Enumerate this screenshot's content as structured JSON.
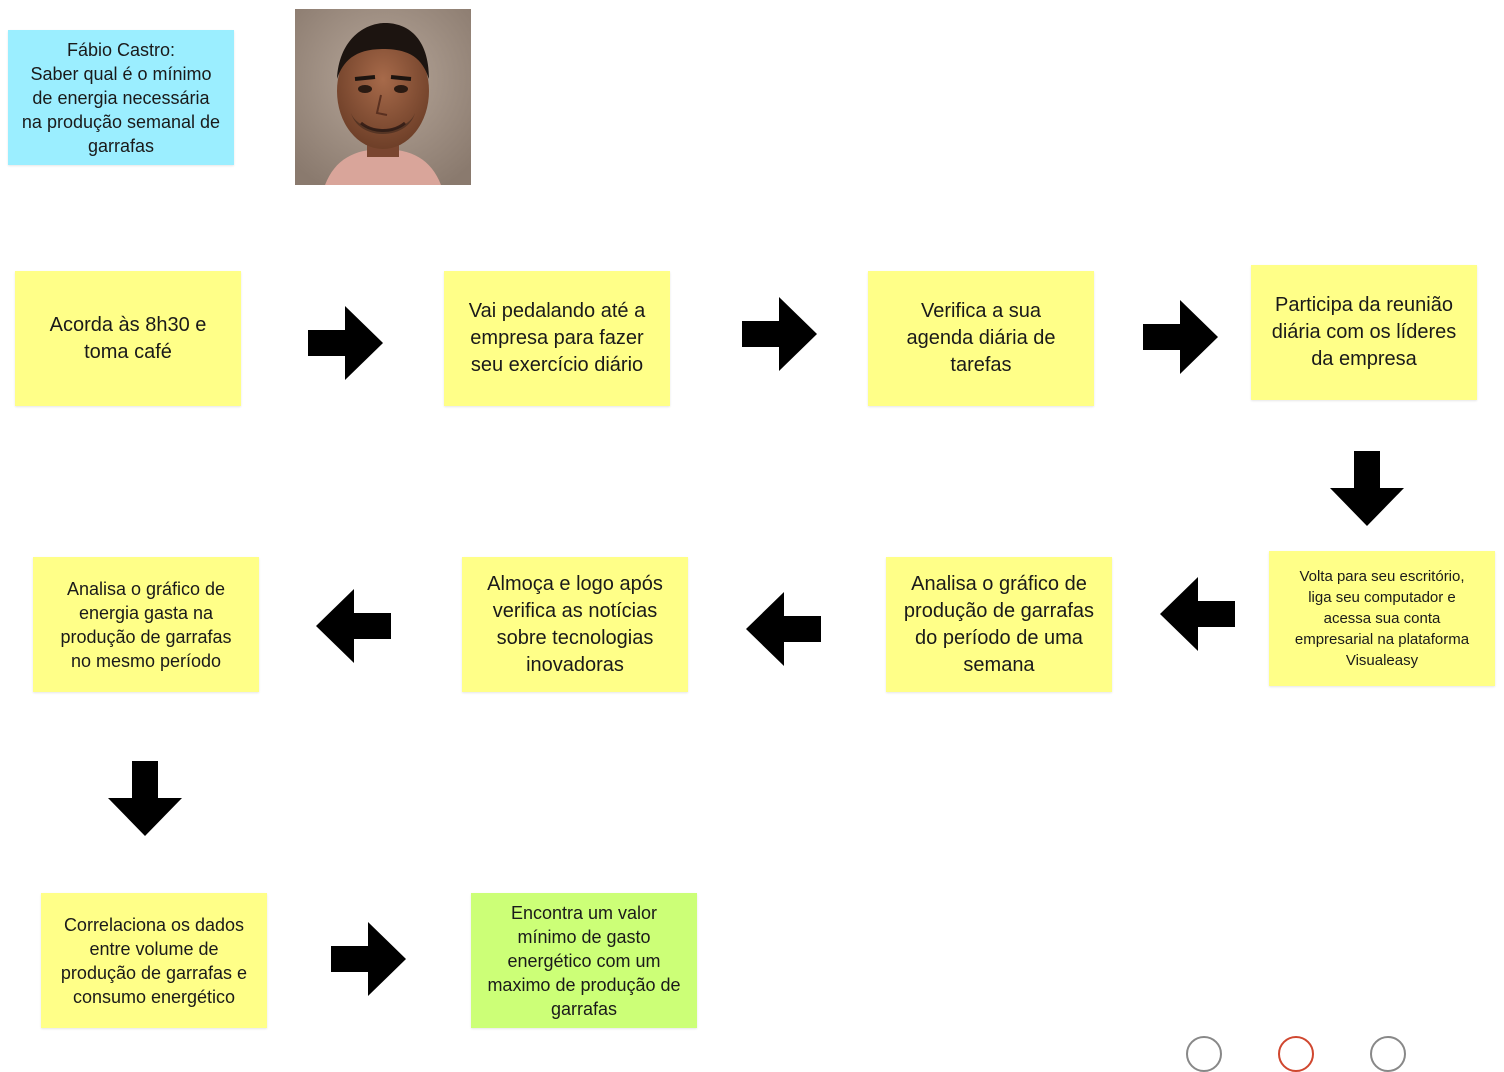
{
  "persona": {
    "text": "Fábio Castro:\nSaber qual é o mínimo\nde energia necessária\nna produção semanal de\ngarrafas"
  },
  "steps": [
    {
      "text": "Acorda às 8h30 e\ntoma café"
    },
    {
      "text": "Vai pedalando até a\nempresa para fazer\nseu exercício diário"
    },
    {
      "text": "Verifica a sua\nagenda diária de\ntarefas"
    },
    {
      "text": "Participa da reunião\ndiária com os líderes\nda empresa"
    },
    {
      "text": "Volta para seu escritório,\nliga seu computador e\nacessa sua conta\nempresarial na plataforma\nVisualeasy"
    },
    {
      "text": "Analisa o gráfico de\nprodução de garrafas\ndo período de uma\nsemana"
    },
    {
      "text": "Almoça e logo após\nverifica as notícias\nsobre tecnologias\ninovadoras"
    },
    {
      "text": "Analisa o gráfico de\nenergia gasta na\nprodução de garrafas\nno mesmo período"
    },
    {
      "text": "Correlaciona os dados\nentre volume de\nprodução de garrafas e\nconsumo energético"
    },
    {
      "text": "Encontra um valor\nmínimo de gasto\nenergético com um\nmaximo de produção de\ngarrafas"
    }
  ],
  "colors": {
    "note_yellow": "#ffff88",
    "note_green": "#ccff77",
    "note_blue": "#9beeff",
    "arrow": "#000000"
  }
}
